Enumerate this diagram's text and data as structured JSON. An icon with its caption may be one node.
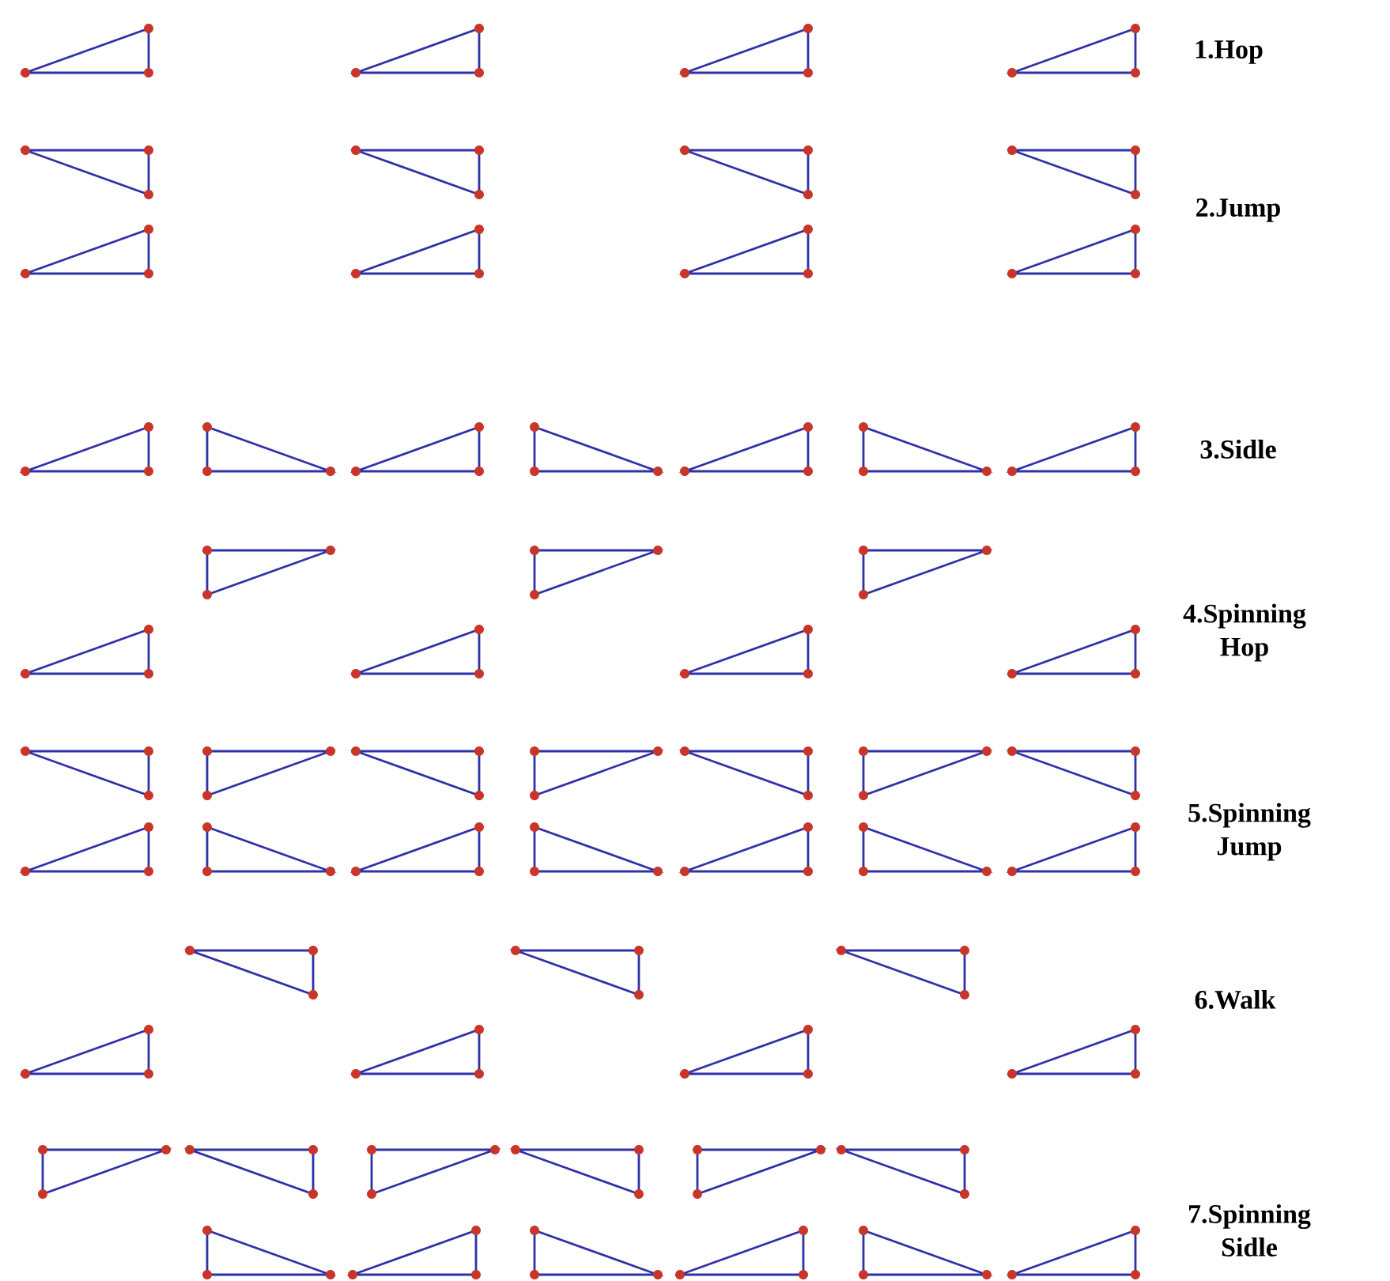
{
  "diagram": {
    "labels": [
      "1.Hop",
      "2.Jump",
      "3.Sidle",
      "4.Spinning Hop",
      "5.Spinning Jump",
      "6.Walk",
      "7.Spinning Sidle"
    ]
  }
}
